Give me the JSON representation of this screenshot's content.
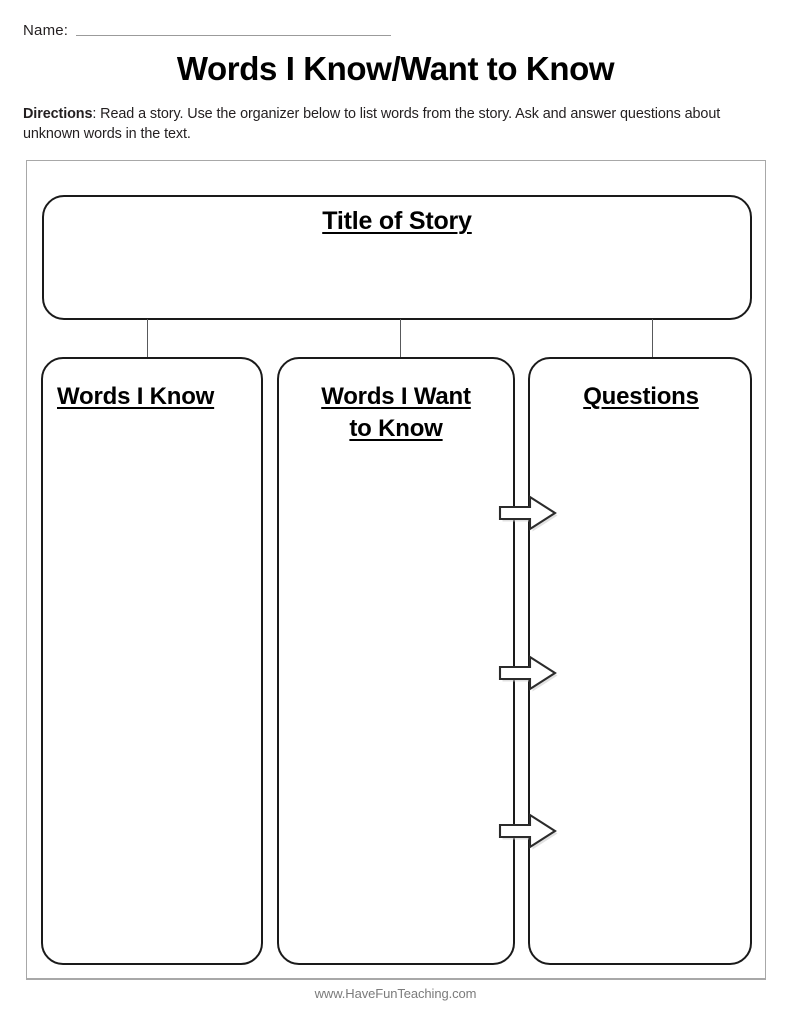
{
  "header": {
    "name_label": "Name:",
    "page_title": "Words I Know/Want to Know",
    "directions_bold": "Directions",
    "directions_text": ": Read a story. Use the organizer below to list words from the story. Ask and answer questions about unknown words in the text."
  },
  "organizer": {
    "story_box": {
      "title": "Title of Story"
    },
    "columns": [
      {
        "title_line1": "Words I Know",
        "title_line2": ""
      },
      {
        "title_line1": "Words I Want",
        "title_line2": "to Know"
      },
      {
        "title_line1": "Questions",
        "title_line2": ""
      }
    ],
    "arrows": [
      {
        "name": "flow-arrow-1"
      },
      {
        "name": "flow-arrow-2"
      },
      {
        "name": "flow-arrow-3"
      }
    ]
  },
  "footer": {
    "url": "www.HaveFunTeaching.com"
  },
  "colors": {
    "ink": "#000000",
    "body_text": "#231f20",
    "frame_border": "#a8a8a8",
    "box_border": "#1a1a1a",
    "connector": "#58595b",
    "footer_text": "#7b7b7b",
    "name_rule": "#9b9b9b",
    "paper": "#ffffff"
  }
}
